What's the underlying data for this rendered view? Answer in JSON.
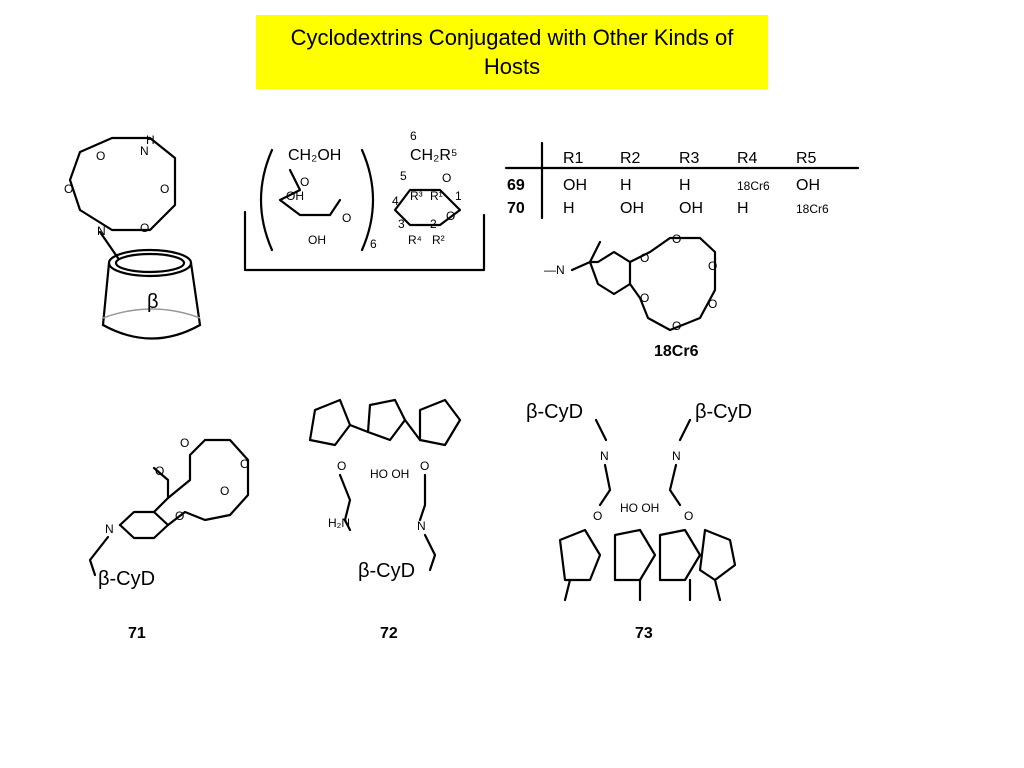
{
  "slide": {
    "title": "Cyclodextrins Conjugated with Other Kinds of Hosts"
  },
  "table": {
    "headers": [
      "R1",
      "R2",
      "R3",
      "R4",
      "R5"
    ],
    "rows": [
      {
        "id": "69",
        "cells": [
          "OH",
          "H",
          "H",
          "18Cr6",
          "OH"
        ]
      },
      {
        "id": "70",
        "cells": [
          "H",
          "OH",
          "OH",
          "H",
          "18Cr6"
        ]
      }
    ]
  },
  "labels": {
    "beta": "β",
    "ch2oh": "CH₂OH",
    "oh": "OH",
    "o": "O",
    "n": "N",
    "h": "H",
    "six": "6",
    "ch2r5": "CH₂R⁵",
    "r3": "R³",
    "r1": "R¹",
    "r4": "R⁴",
    "r2": "R²",
    "pos1": "1",
    "pos2": "2",
    "pos3": "3",
    "pos4": "4",
    "pos5": "5",
    "pos6": "6",
    "crown_name": "18Cr6",
    "methyl_n": "—N",
    "bcyd": "β-CyD",
    "h2n": "H₂N",
    "hooh": "HO OH",
    "compound_71": "71",
    "compound_72": "72",
    "compound_73": "73"
  }
}
